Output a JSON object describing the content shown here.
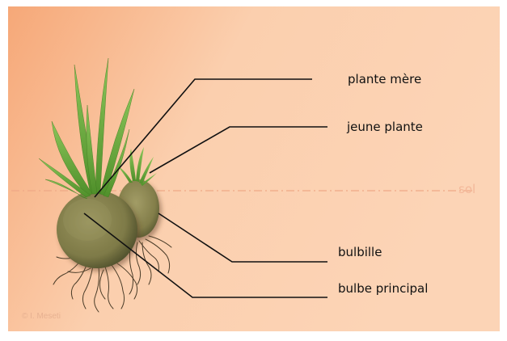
{
  "labels": {
    "plante_mere": "plante mère",
    "jeune_plante": "jeune plante",
    "bulbille": "bulbille",
    "bulbe_principal": "bulbe principal",
    "sol": "sol"
  },
  "credit": "© I. Meseti",
  "colors": {
    "background_light": "#fcd3b5",
    "background_dark": "#f5a06e",
    "ground_line": "#f0b89a",
    "bulb": "#8a8452",
    "bulb_dark": "#545531",
    "leaves": "#6fae3e",
    "leader_lines": "#111111"
  }
}
